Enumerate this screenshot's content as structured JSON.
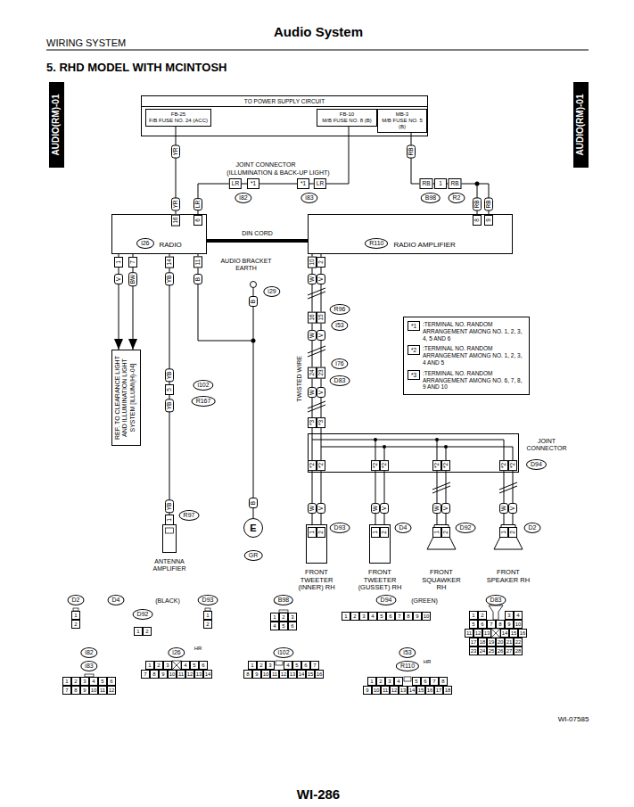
{
  "diagram": {
    "title": "Audio System",
    "nodes": [
      {
        "text": [
          "TO POWER SUPPLY CIRCUIT"
        ]
      },
      {
        "text": [
          "FB-25",
          "F/B FUSE NO. 24 (ACC)"
        ],
        "in": 0
      },
      {
        "text": [
          "FB-10",
          "M/B FUSE NO. 8 (B)"
        ],
        "in": 0
      },
      {
        "text": [
          "MB-3",
          "M/B FUSE NO. 5 (B)"
        ],
        "in": 0
      },
      {
        "text": [
          "i26",
          "RADIO"
        ]
      },
      {
        "text": [
          "R110",
          "RADIO AMPLIFIER"
        ]
      },
      {
        "text": [
          "REF. TO CLEARANCE LIGHT AND ILLUMINATION LIGHT SYSTEM [ILLUMI(H)-04]"
        ]
      },
      {
        "text": [
          "ANTENNA AMPLIFIER"
        ]
      },
      {
        "text": [
          "E"
        ]
      },
      {
        "text": [
          "JOINT CONNECTOR",
          "D94"
        ]
      },
      {
        "text": [
          "*1",
          ":TERMINAL NO. RANDOM ARRANGEMENT AMONG NO. 1, 2, 3, 4, 5 AND 6",
          "*2",
          ":TERMINAL NO. RANDOM ARRANGEMENT AMONG NO. 1, 2, 3, 4 AND 5",
          "*3",
          ":TERMINAL NO. RANDOM ARRANGEMENT AMONG NO. 6, 7, 8, 9 AND 10"
        ]
      },
      {
        "text": [
          "FRONT TWEETER (INNER) RH"
        ]
      },
      {
        "text": [
          "FRONT TWEETER (GUSSET) RH"
        ]
      },
      {
        "text": [
          "FRONT SQUAWKER RH"
        ]
      },
      {
        "text": [
          "FRONT SPEAKER RH"
        ]
      }
    ],
    "edges": [
      {
        "from": 1,
        "to": 4,
        "arrow": "none"
      },
      {
        "from": 2,
        "to": 4,
        "arrow": "none"
      },
      {
        "from": 3,
        "to": 5,
        "arrow": "none"
      },
      {
        "from": 4,
        "to": 5,
        "label": "DIN CORD",
        "arrow": "none"
      },
      {
        "from": 4,
        "to": 6,
        "arrow": "to"
      },
      {
        "from": 4,
        "to": 6,
        "arrow": "to"
      },
      {
        "from": 4,
        "to": 7,
        "arrow": "none"
      },
      {
        "from": 4,
        "to": 8,
        "arrow": "none"
      },
      {
        "from": 5,
        "to": 9,
        "arrow": "none"
      },
      {
        "from": 9,
        "to": 11,
        "arrow": "none"
      },
      {
        "from": 9,
        "to": 12,
        "arrow": "none"
      },
      {
        "from": 9,
        "to": 13,
        "arrow": "none"
      },
      {
        "from": 9,
        "to": 14,
        "arrow": "none"
      }
    ],
    "labels": [
      "WIRING SYSTEM",
      "5. RHD MODEL WITH MCINTOSH",
      "AUDIO(RM)-01",
      "AUDIO(RM)-01",
      "YR",
      "RB",
      "JOINT CONNECTOR",
      "(ILLUMINATION & BACK-UP LIGHT)",
      "LR",
      "*1",
      "*1",
      "LR",
      "i82",
      "i83",
      "RB",
      "1",
      "RB",
      "B98",
      "R2",
      "YR",
      "LR",
      "RB",
      "RB",
      "16",
      "6",
      "8",
      "9",
      "1",
      "7",
      "14",
      "11",
      "V",
      "BW",
      "YB",
      "B",
      "10",
      "2",
      "W",
      "V",
      "AUDIO BRACKET EARTH",
      "i29",
      "B",
      "R96",
      "16",
      "15",
      "i53",
      "W",
      "V",
      "i76",
      "24",
      "23",
      "D83",
      "W",
      "V",
      "*3",
      "*3",
      "TWISTED WIRE",
      "YB",
      "5",
      "i102",
      "R167",
      "YB",
      "YB",
      "1",
      "R97",
      "B",
      "GR",
      "*2",
      "*2",
      "*2",
      "*2",
      "*2",
      "*2",
      "*2",
      "*2",
      "W",
      "V",
      "W",
      "V",
      "W",
      "V",
      "W",
      "V",
      "1",
      "2",
      "1",
      "2",
      "1",
      "2",
      "1",
      "2",
      "D93",
      "D4",
      "D92",
      "D2",
      "D2",
      "1",
      "2",
      "D4",
      "(BLACK)",
      "D92",
      "1",
      "2",
      "D93",
      "1",
      "2",
      "B98",
      "1",
      "2",
      "3",
      "4",
      "5",
      "6",
      "D94",
      "(GREEN)",
      "1",
      "2",
      "3",
      "4",
      "5",
      "6",
      "7",
      "8",
      "9",
      "10",
      "D83",
      "1",
      "2",
      "3",
      "4",
      "5",
      "6",
      "7",
      "8",
      "9",
      "10",
      "11",
      "12",
      "13",
      "14",
      "15",
      "16",
      "17",
      "18",
      "19",
      "20",
      "21",
      "22",
      "23",
      "24",
      "25",
      "26",
      "27",
      "28",
      "i82",
      "i83",
      "1",
      "2",
      "3",
      "4",
      "5",
      "6",
      "7",
      "8",
      "9",
      "10",
      "11",
      "12",
      "i26",
      "HR",
      "1",
      "2",
      "3",
      "4",
      "5",
      "6",
      "7",
      "8",
      "9",
      "10",
      "11",
      "12",
      "13",
      "14",
      "i102",
      "1",
      "2",
      "3",
      "4",
      "5",
      "6",
      "7",
      "8",
      "9",
      "10",
      "11",
      "12",
      "13",
      "14",
      "15",
      "16",
      "i53",
      "R110",
      "HR",
      "1",
      "2",
      "3",
      "4",
      "5",
      "6",
      "7",
      "8",
      "9",
      "10",
      "11",
      "12",
      "13",
      "14",
      "15",
      "16",
      "17",
      "18",
      "WI-07585",
      "WI-286"
    ]
  }
}
